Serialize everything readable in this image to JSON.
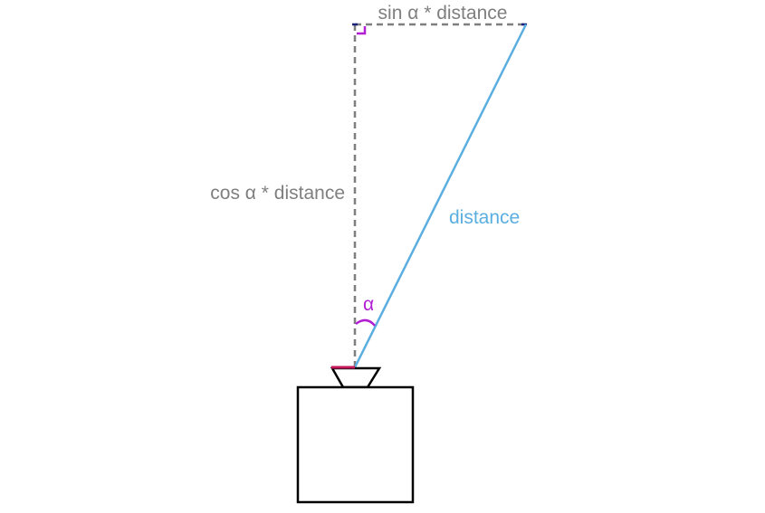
{
  "labels": {
    "top": "sin α * distance",
    "left": "cos α * distance",
    "hypotenuse": "distance",
    "angle": "α"
  },
  "colors": {
    "dashed": "#7f7f7f",
    "distance_line": "#5aaee0",
    "angle_mark": "#b21fd3",
    "sensor_base": "#c2185b",
    "outline": "#000000"
  }
}
